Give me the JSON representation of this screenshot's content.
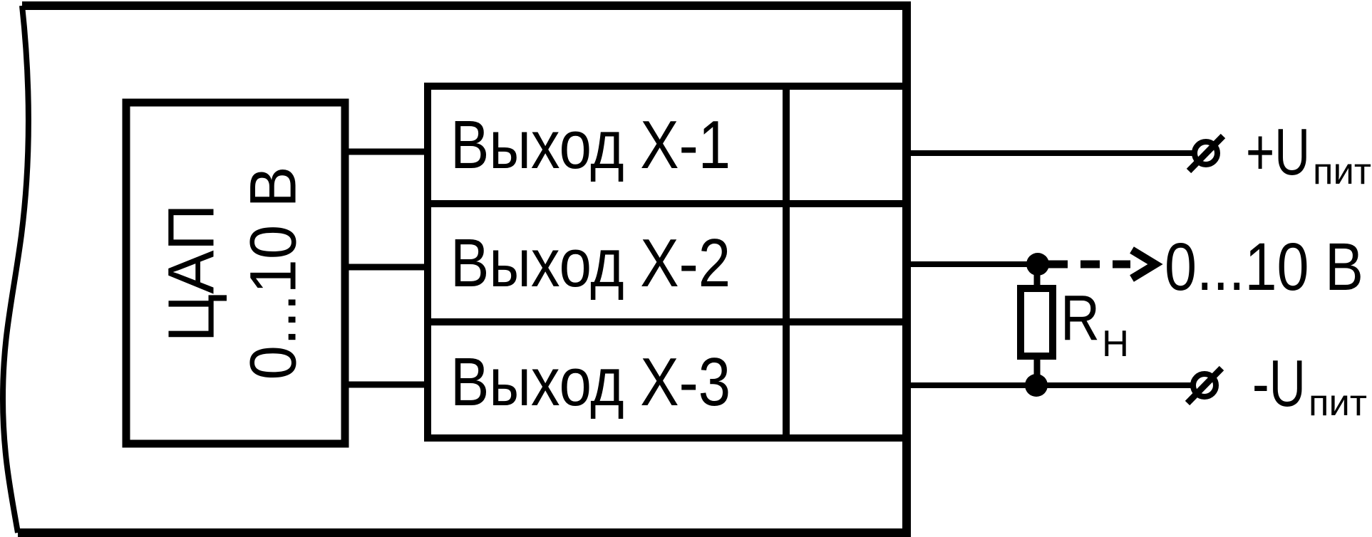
{
  "diagram": {
    "background": "#ffffff",
    "line_color": "#000000",
    "dac": {
      "line1": "ЦАП",
      "line2": "0...10 В"
    },
    "outputs": [
      {
        "label": "Выход Х-1"
      },
      {
        "label": "Выход Х-2"
      },
      {
        "label": "Выход Х-3"
      }
    ],
    "load_resistor": {
      "name": "R",
      "sub": "Н"
    },
    "terminals": {
      "plus": {
        "main": "+U",
        "sub": "пит"
      },
      "signal": {
        "label": "0...10 В"
      },
      "minus": {
        "main": "-U",
        "sub": "пит"
      }
    }
  }
}
